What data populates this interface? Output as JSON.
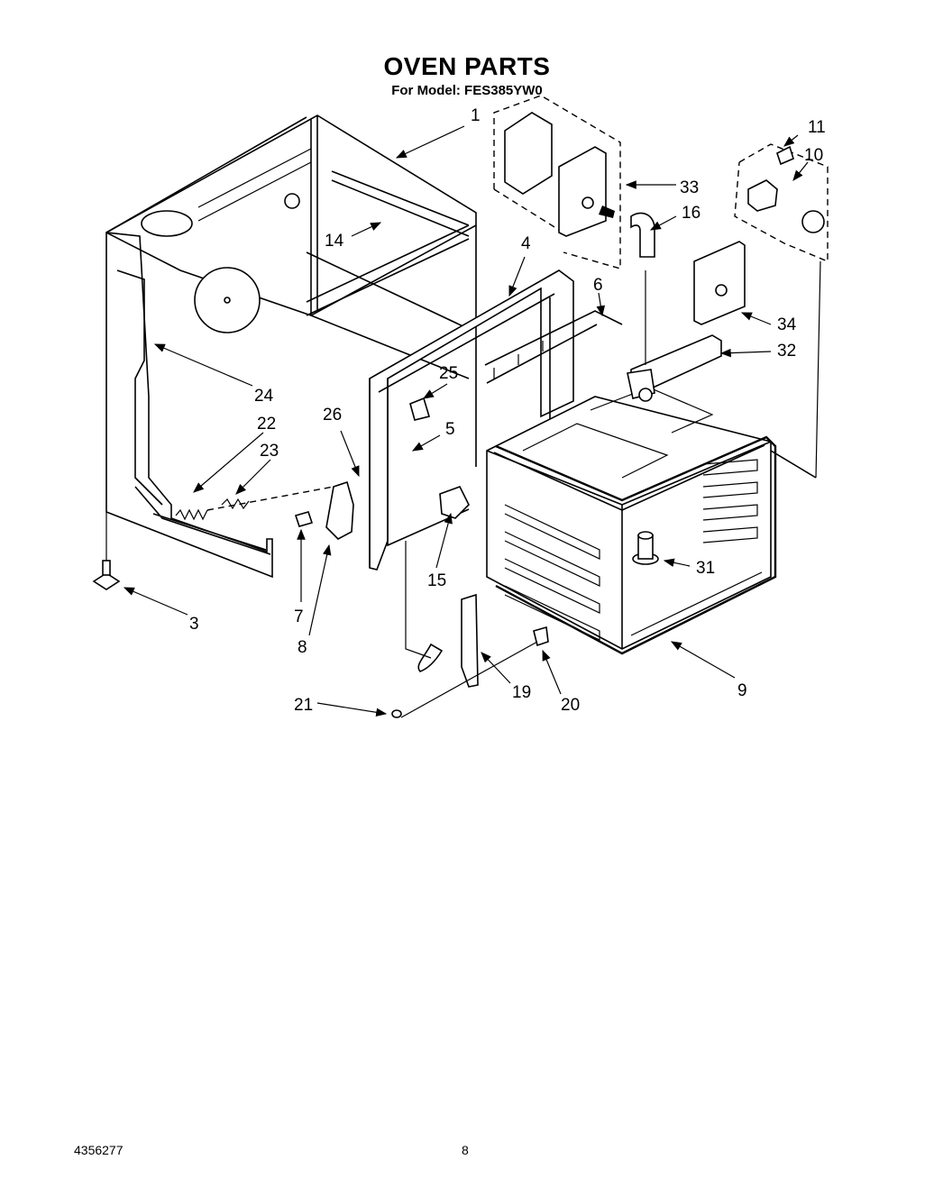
{
  "header": {
    "title": "OVEN PARTS",
    "subtitle": "For Model: FES385YW0"
  },
  "footer": {
    "doc_number": "4356277",
    "page_number": "8"
  },
  "callouts": [
    "1",
    "3",
    "4",
    "5",
    "6",
    "7",
    "8",
    "9",
    "10",
    "11",
    "14",
    "15",
    "16",
    "19",
    "20",
    "21",
    "22",
    "23",
    "24",
    "25",
    "26",
    "31",
    "32",
    "33",
    "34"
  ]
}
